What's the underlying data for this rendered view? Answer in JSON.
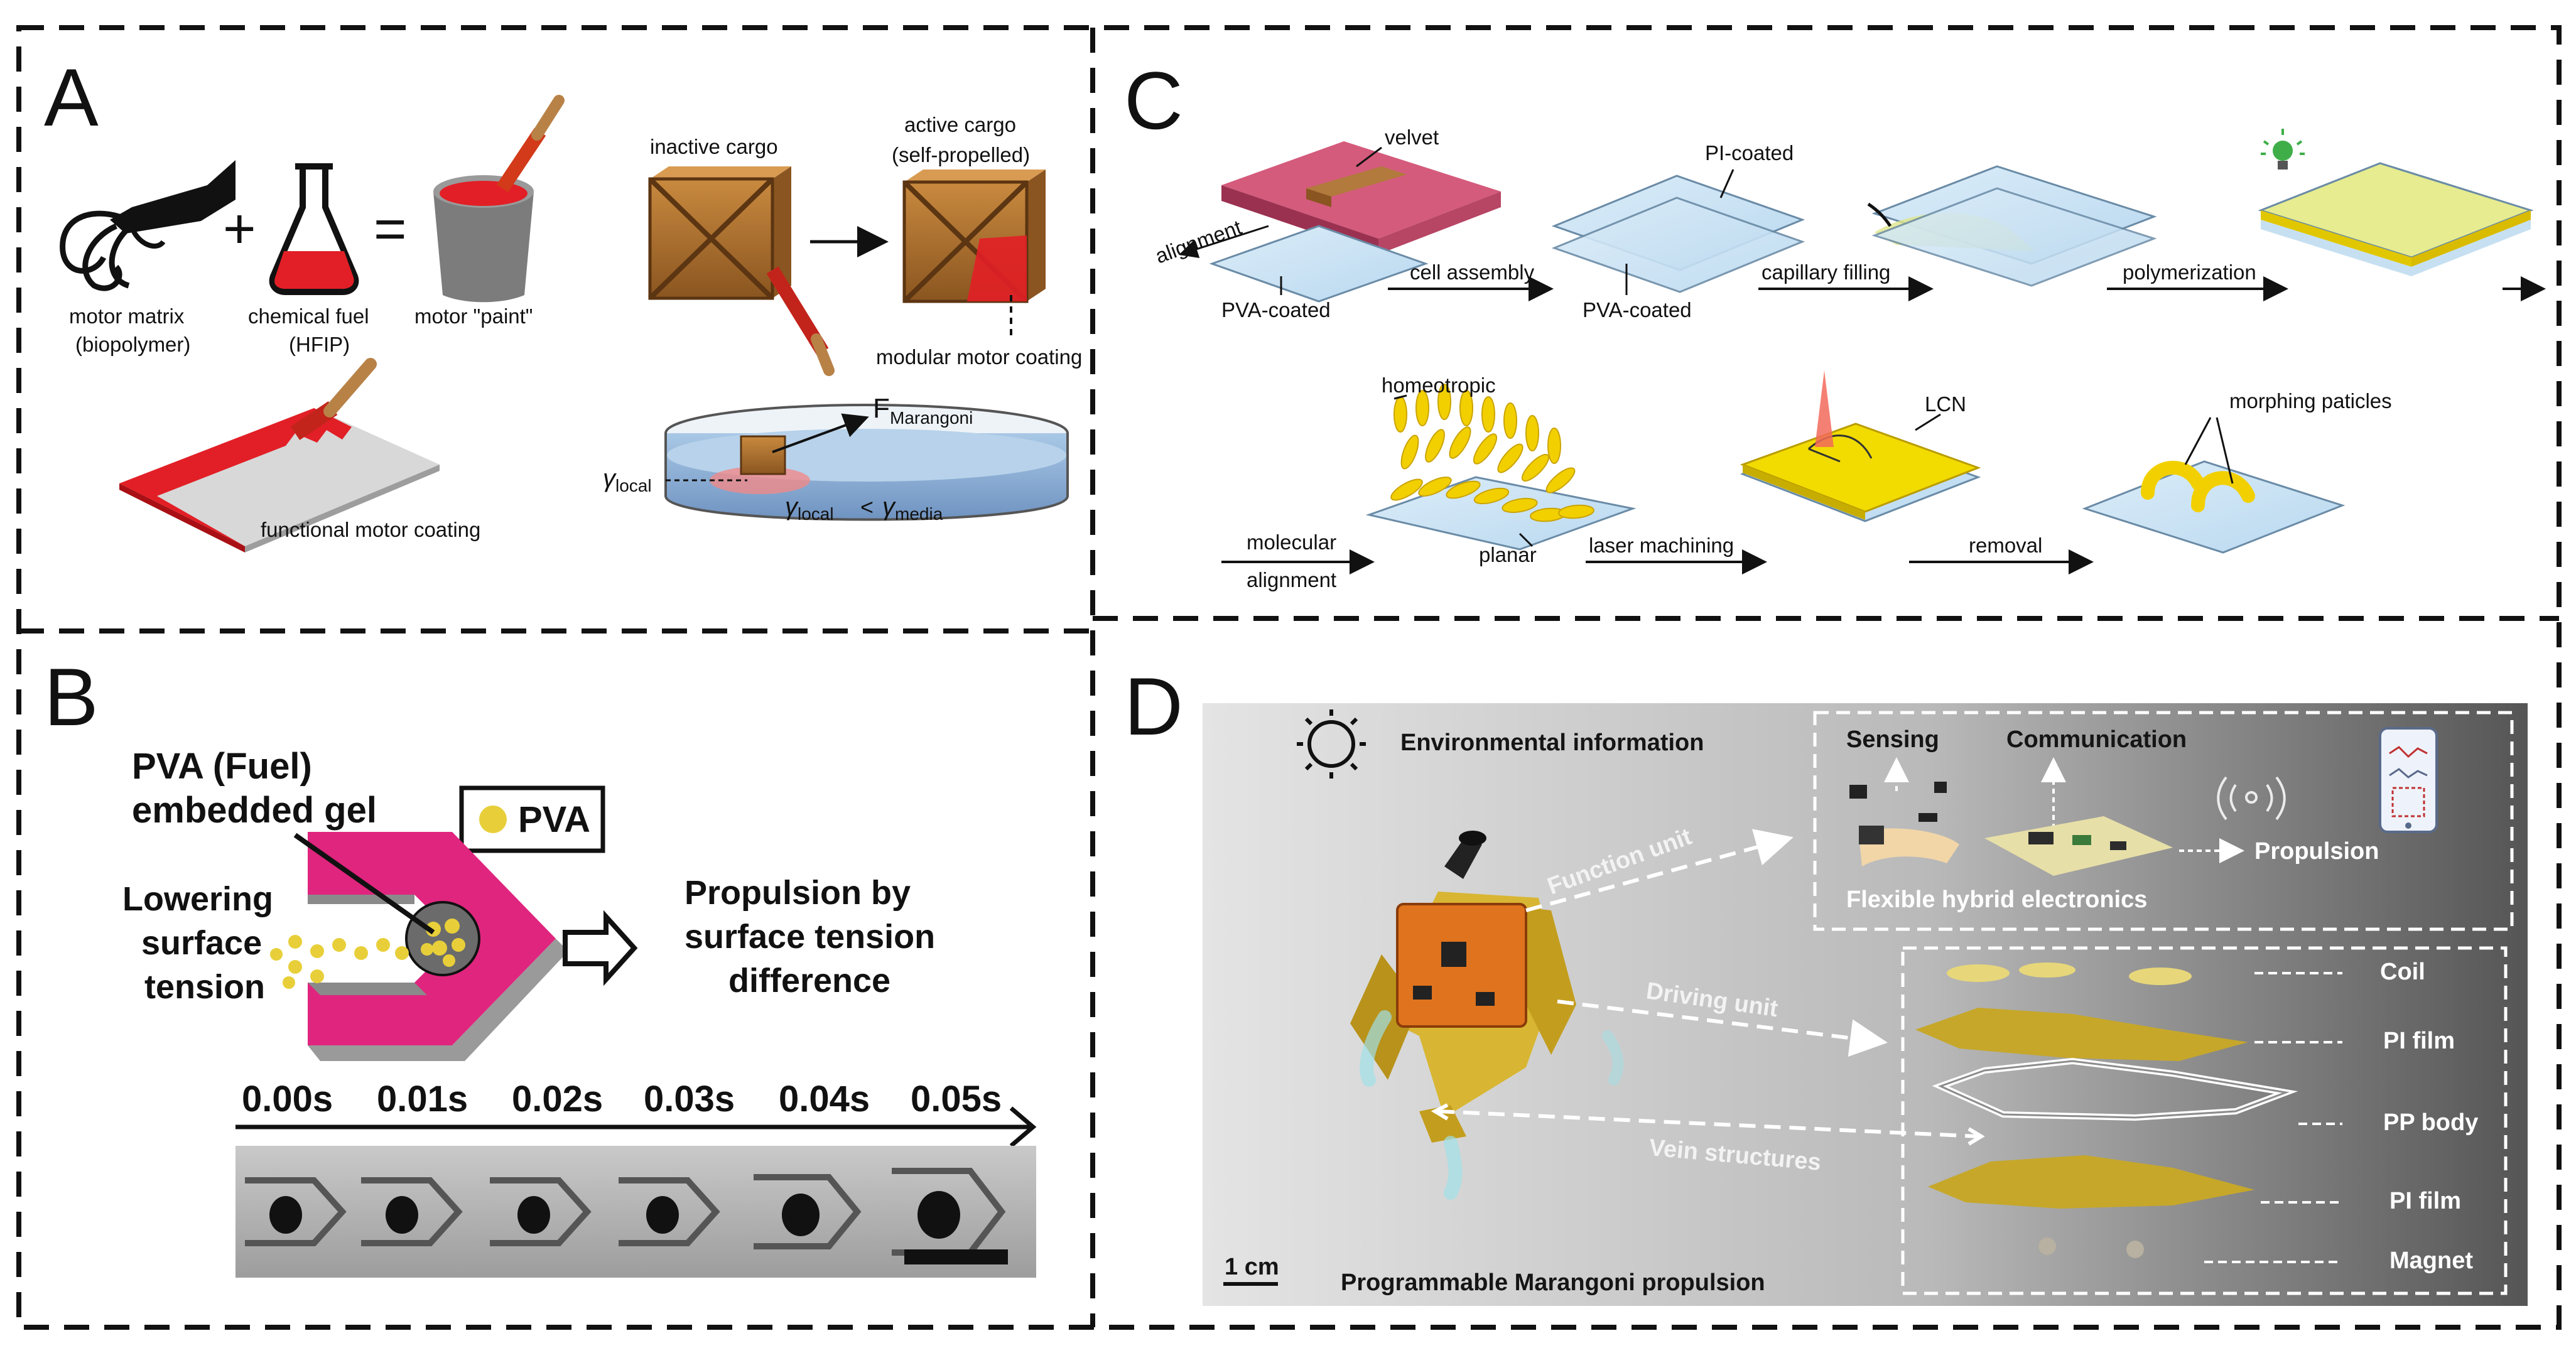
{
  "panels": {
    "A": {
      "letter": "A",
      "motor_matrix": "motor matrix",
      "motor_matrix_sub": "(biopolymer)",
      "plus": "+",
      "chemical_fuel": "chemical fuel",
      "chemical_fuel_sub": "(HFIP)",
      "equals": "=",
      "motor_paint": "motor \"paint\"",
      "inactive_cargo": "inactive cargo",
      "active_cargo": "active cargo",
      "active_cargo_sub": "(self-propelled)",
      "modular_coating": "modular motor coating",
      "functional_coating": "functional motor coating",
      "f_marangoni": "F",
      "f_marangoni_sub": "Marangoni",
      "gamma_local": "γ",
      "gamma_local_sub": "local",
      "gamma_compare_left": "γ",
      "gamma_compare_left_sub": "local",
      "gamma_compare_op": "<",
      "gamma_compare_right": "γ",
      "gamma_compare_right_sub": "media"
    },
    "B": {
      "letter": "B",
      "pva_fuel_line1": "PVA (Fuel)",
      "pva_fuel_line2": "embedded gel",
      "pva_legend": "PVA",
      "lowering_1": "Lowering",
      "lowering_2": "surface",
      "lowering_3": "tension",
      "propulsion_1": "Propulsion by",
      "propulsion_2": "surface tension",
      "propulsion_3": "difference",
      "times": [
        "0.00s",
        "0.01s",
        "0.02s",
        "0.03s",
        "0.04s",
        "0.05s"
      ]
    },
    "C": {
      "letter": "C",
      "velvet": "velvet",
      "alignment": "alignment",
      "pva_coated_1": "PVA-coated",
      "cell_assembly": "cell assembly",
      "pi_coated": "PI-coated",
      "pva_coated_2": "PVA-coated",
      "capillary_filling": "capillary filling",
      "polymerization": "polymerization",
      "homeotropic": "homeotropic",
      "planar": "planar",
      "molecular": "molecular",
      "alignment_2": "alignment",
      "laser_machining": "laser machining",
      "lcn": "LCN",
      "removal": "removal",
      "morphing_particles": "morphing paticles"
    },
    "D": {
      "letter": "D",
      "environmental": "Environmental information",
      "sensing": "Sensing",
      "communication": "Communication",
      "propulsion": "Propulsion",
      "flexible_hybrid": "Flexible hybrid electronics",
      "function_unit": "Function unit",
      "driving_unit": "Driving unit",
      "vein_structures": "Vein structures",
      "layers": [
        "Coil",
        "PI film",
        "PP body",
        "PI film",
        "Magnet"
      ],
      "scale_bar": "1 cm",
      "programmable": "Programmable Marangoni propulsion"
    }
  },
  "colors": {
    "red_paint": "#e21f26",
    "pink_gel": "#e0257e",
    "lcn_yellow": "#f2dc00",
    "glass_blue": "#cfe6f6",
    "gold_film": "#d9b52a",
    "pcb_orange": "#e0731d"
  }
}
